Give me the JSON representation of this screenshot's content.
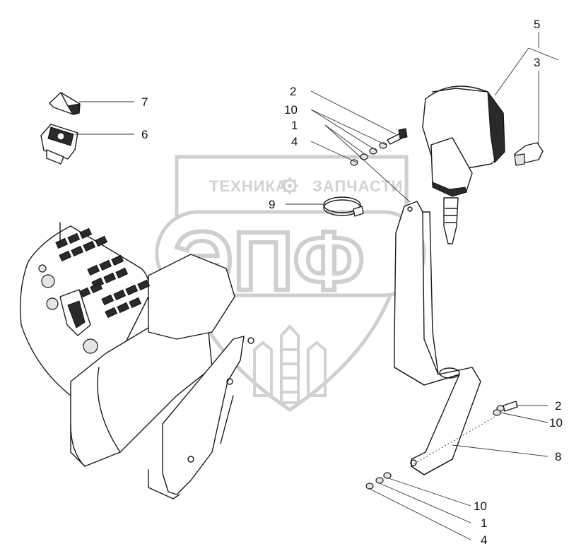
{
  "watermark": {
    "brand_left": "ТЕХНИКА",
    "brand_right": "ЗАПЧАСТИ",
    "logo_text": "ЭПФ",
    "gear_icon": "gear-icon",
    "colors": {
      "outline": "#cfcfcf",
      "text": "#d2d2d2"
    }
  },
  "callouts": [
    {
      "id": "c5",
      "label": "5"
    },
    {
      "id": "c3",
      "label": "3"
    },
    {
      "id": "c7",
      "label": "7"
    },
    {
      "id": "c6",
      "label": "6"
    },
    {
      "id": "c2a",
      "label": "2"
    },
    {
      "id": "c10a",
      "label": "10"
    },
    {
      "id": "c1a",
      "label": "1"
    },
    {
      "id": "c4a",
      "label": "4"
    },
    {
      "id": "c9",
      "label": "9"
    },
    {
      "id": "c2b",
      "label": "2"
    },
    {
      "id": "c10b",
      "label": "10"
    },
    {
      "id": "c8",
      "label": "8"
    },
    {
      "id": "c10c",
      "label": "10"
    },
    {
      "id": "c1c",
      "label": "1"
    },
    {
      "id": "c4c",
      "label": "4"
    }
  ]
}
